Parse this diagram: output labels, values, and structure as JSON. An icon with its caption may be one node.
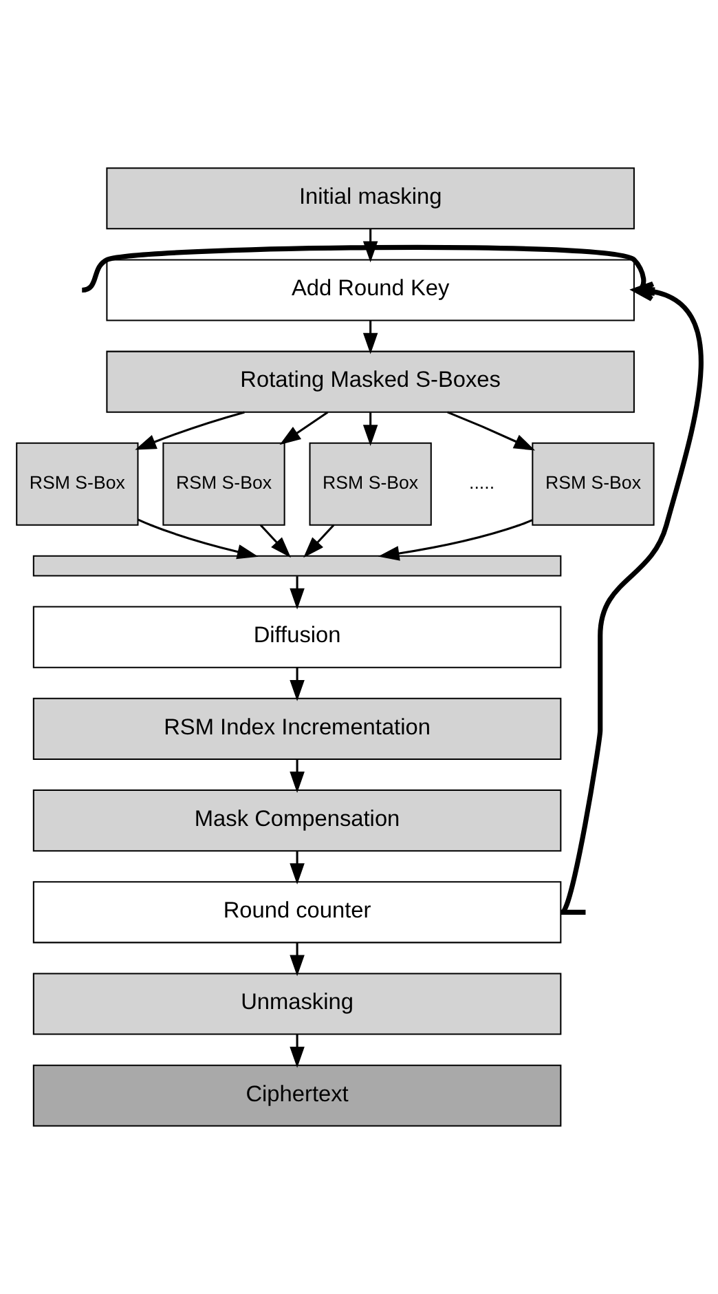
{
  "diagram": {
    "nodes": [
      {
        "text": [
          "Initial masking"
        ]
      },
      {
        "text": [
          "Add Round Key"
        ]
      },
      {
        "text": [
          "Rotating Masked S-Boxes"
        ]
      },
      {
        "text": [
          "RSM S-Box"
        ]
      },
      {
        "text": [
          "RSM S-Box"
        ]
      },
      {
        "text": [
          "RSM S-Box"
        ]
      },
      {
        "text": [
          "RSM S-Box"
        ]
      },
      {
        "text": [],
        "shape": "bar"
      },
      {
        "text": [
          "Diffusion"
        ]
      },
      {
        "text": [
          "RSM Index Incrementation"
        ]
      },
      {
        "text": [
          "Mask Compensation"
        ]
      },
      {
        "text": [
          "Round counter"
        ]
      },
      {
        "text": [
          "Unmasking"
        ]
      },
      {
        "text": [
          "Ciphertext"
        ]
      }
    ],
    "edges": [
      {
        "from": 0,
        "to": 1,
        "arrow": "to"
      },
      {
        "from": 1,
        "to": 2,
        "arrow": "to"
      },
      {
        "from": 2,
        "to": 3,
        "arrow": "to"
      },
      {
        "from": 2,
        "to": 4,
        "arrow": "to"
      },
      {
        "from": 2,
        "to": 5,
        "arrow": "to"
      },
      {
        "from": 2,
        "to": 6,
        "arrow": "to"
      },
      {
        "from": 3,
        "to": 7,
        "arrow": "to"
      },
      {
        "from": 4,
        "to": 7,
        "arrow": "to"
      },
      {
        "from": 5,
        "to": 7,
        "arrow": "to"
      },
      {
        "from": 6,
        "to": 7,
        "arrow": "to"
      },
      {
        "from": 7,
        "to": 8,
        "arrow": "to"
      },
      {
        "from": 8,
        "to": 9,
        "arrow": "to"
      },
      {
        "from": 9,
        "to": 10,
        "arrow": "to"
      },
      {
        "from": 10,
        "to": 11,
        "arrow": "to"
      },
      {
        "from": 11,
        "to": 12,
        "arrow": "to"
      },
      {
        "from": 12,
        "to": 13,
        "arrow": "to"
      },
      {
        "from": 11,
        "to": 1,
        "arrow": "to",
        "style": "thick"
      },
      {
        "from": 11,
        "to": null,
        "arrow": "none",
        "style": "thick"
      },
      {
        "from": null,
        "to": 1,
        "arrow": "to",
        "style": "thick"
      }
    ],
    "labels": [
      "....."
    ]
  }
}
